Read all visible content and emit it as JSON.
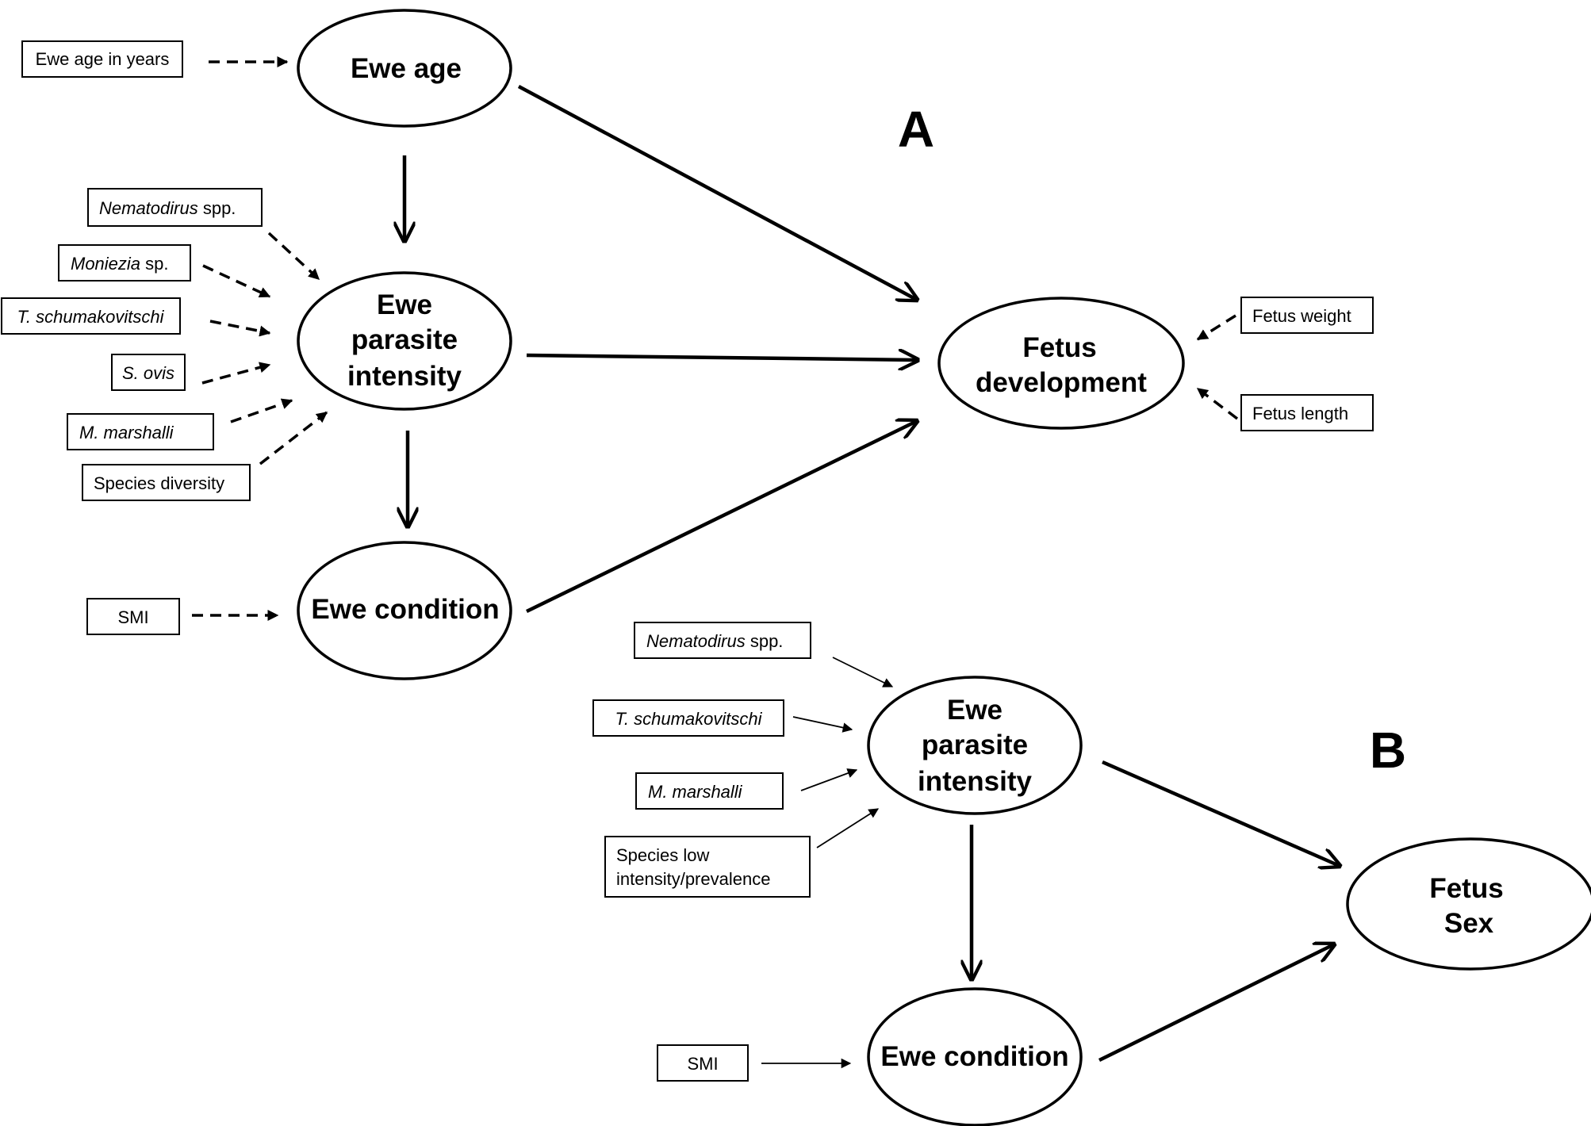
{
  "panels": {
    "a": "A",
    "b": "B"
  },
  "panel_a": {
    "nodes": {
      "ewe_age": "Ewe age",
      "parasite_1": "Ewe",
      "parasite_2": "parasite",
      "parasite_3": "intensity",
      "condition": "Ewe condition",
      "fetus_dev_1": "Fetus",
      "fetus_dev_2": "development"
    },
    "indicators": {
      "ewe_age_years": "Ewe age in years",
      "nematodirus_italic": "Nematodirus",
      "nematodirus_rest": " spp.",
      "moniezia_italic": "Moniezia",
      "moniezia_rest": " sp.",
      "t_schum": "T. schumakovitschi",
      "s_ovis": "S. ovis",
      "m_marshalli": "M. marshalli",
      "species_diversity": "Species diversity",
      "smi": "SMI",
      "fetus_weight": "Fetus weight",
      "fetus_length": "Fetus length"
    }
  },
  "panel_b": {
    "nodes": {
      "parasite_1": "Ewe",
      "parasite_2": "parasite",
      "parasite_3": "intensity",
      "condition": "Ewe condition",
      "fetus_sex_1": "Fetus",
      "fetus_sex_2": "Sex"
    },
    "indicators": {
      "nematodirus_italic": "Nematodirus",
      "nematodirus_rest": " spp.",
      "t_schum": "T. schumakovitschi",
      "m_marshalli": "M. marshalli",
      "species_low_1": "Species low",
      "species_low_2": "intensity/prevalence",
      "smi": "SMI"
    }
  }
}
